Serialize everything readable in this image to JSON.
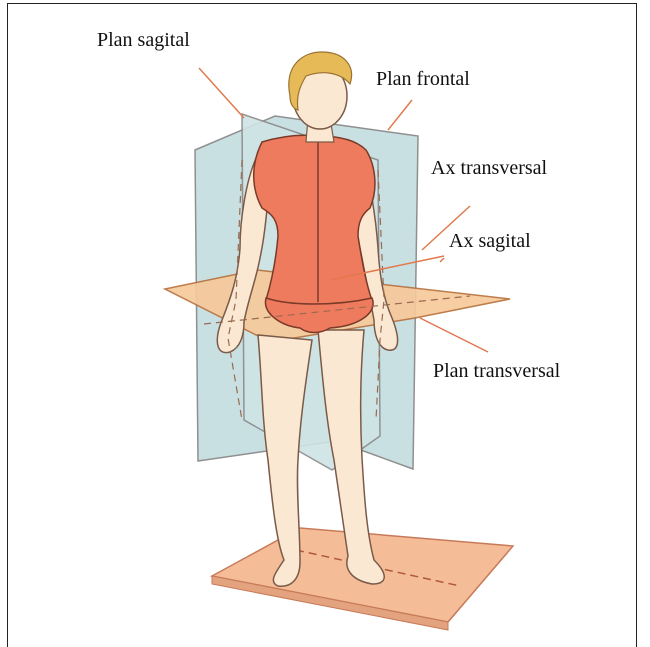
{
  "labels": {
    "plan_sagital": "Plan sagital",
    "plan_frontal": "Plan frontal",
    "ax_transversal": "Ax transversal",
    "ax_sagital": "Ax sagital",
    "plan_transversal": "Plan transversal"
  },
  "colors": {
    "skin": "#fbe8d3",
    "shirt": "#ef7b5f",
    "hair": "#e7ba58",
    "plane_blue": "#c6dfe1",
    "plane_orange": "#f7c99b",
    "base": "#f5bc98",
    "line": "#e07a4d"
  }
}
